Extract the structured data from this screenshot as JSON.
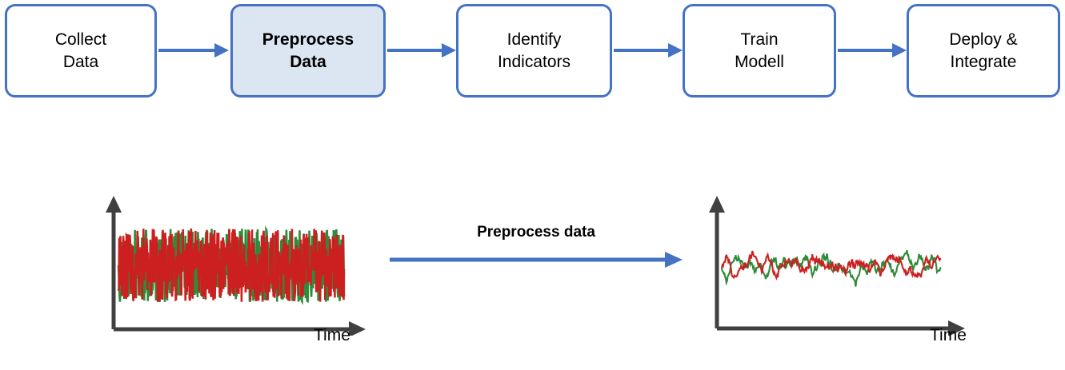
{
  "flowchart": {
    "accent_color": "#4472c4",
    "highlight_fill": "#dce6f2",
    "steps": [
      {
        "label": "Collect\nData",
        "highlighted": false
      },
      {
        "label": "Preprocess\nData",
        "highlighted": true
      },
      {
        "label": "Identify\nIndicators",
        "highlighted": false
      },
      {
        "label": "Train\nModell",
        "highlighted": false
      },
      {
        "label": "Deploy &\nIntegrate",
        "highlighted": false
      }
    ],
    "connector_icon": "arrow-right-icon"
  },
  "detail": {
    "transform_label": "Preprocess data",
    "transform_arrow_icon": "arrow-right-icon",
    "left_chart": {
      "xlabel": "Time",
      "y_axis_icon": "axis-arrow-up-icon",
      "x_axis_icon": "axis-arrow-right-icon"
    },
    "right_chart": {
      "xlabel": "Time",
      "y_axis_icon": "axis-arrow-up-icon",
      "x_axis_icon": "axis-arrow-right-icon"
    }
  },
  "chart_data": [
    {
      "type": "line",
      "title": "",
      "xlabel": "Time",
      "ylabel": "",
      "grid": false,
      "legend": "none",
      "note": "raw noisy sensor signals before preprocessing",
      "series": [
        {
          "name": "signal-green",
          "color": "#2e8b3a",
          "noise_amplitude": 1.0,
          "smoothing": 0.0
        },
        {
          "name": "signal-red",
          "color": "#cc2020",
          "noise_amplitude": 1.0,
          "smoothing": 0.0
        }
      ]
    },
    {
      "type": "line",
      "title": "",
      "xlabel": "Time",
      "ylabel": "",
      "grid": false,
      "legend": "none",
      "note": "denoised signals after preprocessing",
      "series": [
        {
          "name": "signal-green",
          "color": "#2e8b3a",
          "noise_amplitude": 0.55,
          "smoothing": 0.6
        },
        {
          "name": "signal-red",
          "color": "#cc2020",
          "noise_amplitude": 0.55,
          "smoothing": 0.6
        }
      ]
    }
  ]
}
